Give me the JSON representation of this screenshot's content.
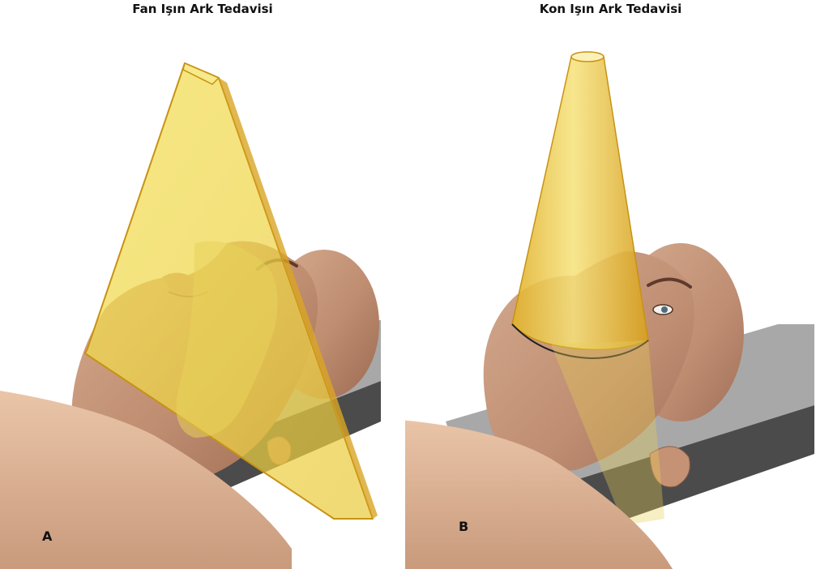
{
  "panels": [
    {
      "title": "Fan Işın Ark Tedavisi",
      "label": "A"
    },
    {
      "title": "Kon Işın Ark Tedavisi",
      "label": "B"
    }
  ],
  "colors": {
    "beam_fill": "#f2dc3c",
    "beam_edge": "#c79214",
    "skin": "#c99a7e",
    "skin_shadow": "#a9775c",
    "table_top": "#a9a9a9",
    "table_side": "#4a4a4a",
    "body_blanket": "#e0b89a"
  }
}
